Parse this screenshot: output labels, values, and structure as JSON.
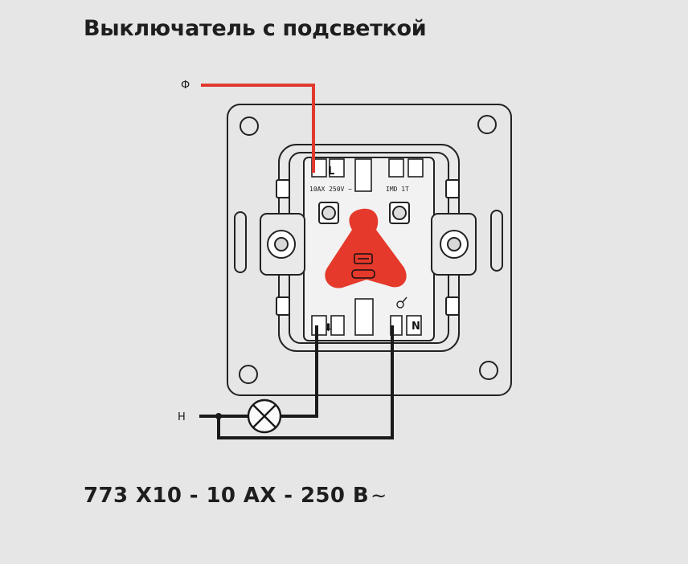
{
  "title": "Выключатель с подсветкой",
  "spec": {
    "text": "773 X10 - 10 AX - 250 B",
    "tilde": "~"
  },
  "wires": {
    "phase_label": "Ф",
    "neutral_label": "Н"
  },
  "terminals": {
    "top_left": "L",
    "bottom_right": "N",
    "bottom_left_arrow": "⬇"
  },
  "markings": {
    "rating": "10AX 250V ~",
    "model": "IMD 1T"
  },
  "colors": {
    "phase_wire": "#e03a2e",
    "rocker": "#e5392b",
    "neutral_wire": "#1a1a1a"
  }
}
